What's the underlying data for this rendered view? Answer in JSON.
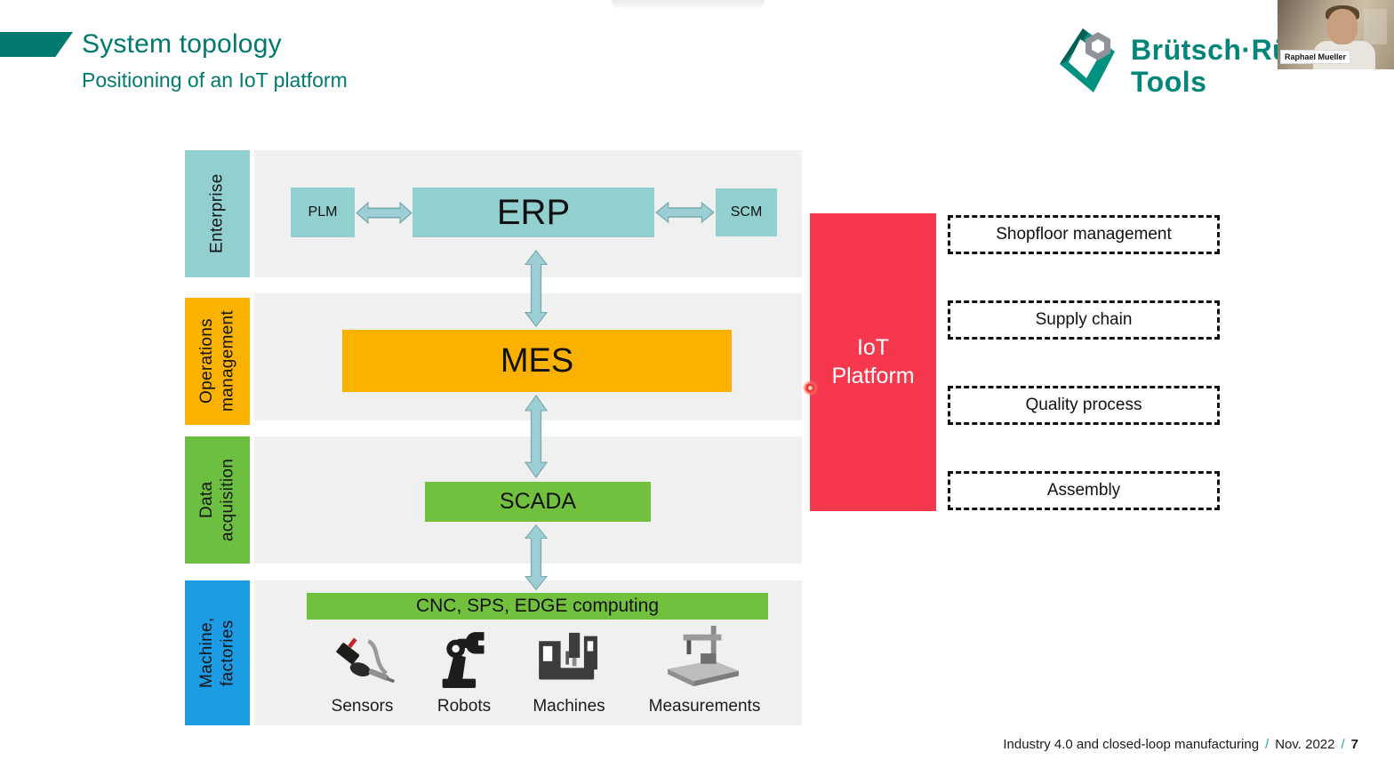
{
  "slide": {
    "title": "System topology",
    "subtitle": "Positioning of an IoT platform"
  },
  "logo": {
    "brand_line1": "Brütsch·Rü",
    "brand_line2": "Tools"
  },
  "webcam": {
    "participant_name": "Raphael Mueller"
  },
  "diagram": {
    "layers": [
      {
        "label": "Enterprise",
        "color": "#92D0D0"
      },
      {
        "label": "Operations\nmanagement",
        "color": "#F9B200"
      },
      {
        "label": "Data\nacquisition",
        "color": "#6CBF40"
      },
      {
        "label": "Machine,\nfactories",
        "color": "#1B9CE5"
      }
    ],
    "boxes": {
      "plm": "PLM",
      "erp": "ERP",
      "scm": "SCM",
      "mes": "MES",
      "scada": "SCADA",
      "cnc": "CNC, SPS, EDGE computing"
    },
    "machine_items": [
      {
        "icon": "sensor-icon",
        "label": "Sensors"
      },
      {
        "icon": "robot-arm-icon",
        "label": "Robots"
      },
      {
        "icon": "cnc-machine-icon",
        "label": "Machines"
      },
      {
        "icon": "cmm-icon",
        "label": "Measurements"
      }
    ],
    "iot_platform": {
      "label": "IoT\nPlatform",
      "color": "#F5384E"
    },
    "applications": [
      {
        "label": "Shopfloor management"
      },
      {
        "label": "Supply chain"
      },
      {
        "label": "Quality process"
      },
      {
        "label": "Assembly"
      }
    ]
  },
  "footer": {
    "text": "Industry 4.0 and closed-loop manufacturing",
    "separator": "/",
    "date": "Nov. 2022",
    "page": "7"
  },
  "colors": {
    "brand_teal": "#00796E",
    "box_teal": "#92D0D0",
    "orange": "#FBB100",
    "green": "#72C13E",
    "blue": "#1B9CE5",
    "red": "#F5384E",
    "row_bg": "#F0F0F0",
    "arrow_fill": "#9CCFD3"
  }
}
